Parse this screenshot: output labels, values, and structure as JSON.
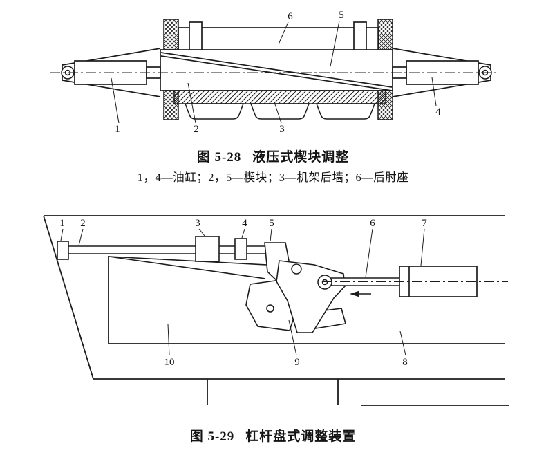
{
  "ink_color": "#1c1c1c",
  "figure_528": {
    "caption_number": "图 5-28",
    "caption_title": "液压式楔块调整",
    "legend": "1，4—油缸；2，5—楔块；3—机架后墙；6—后肘座",
    "labels": {
      "n1": "1",
      "n2": "2",
      "n3": "3",
      "n4": "4",
      "n5": "5",
      "n6": "6"
    }
  },
  "figure_529": {
    "caption_number": "图 5-29",
    "caption_title": "杠杆盘式调整装置",
    "labels": {
      "n1": "1",
      "n2": "2",
      "n3": "3",
      "n4": "4",
      "n5": "5",
      "n6": "6",
      "n7": "7",
      "n8": "8",
      "n9": "9",
      "n10": "10"
    }
  }
}
